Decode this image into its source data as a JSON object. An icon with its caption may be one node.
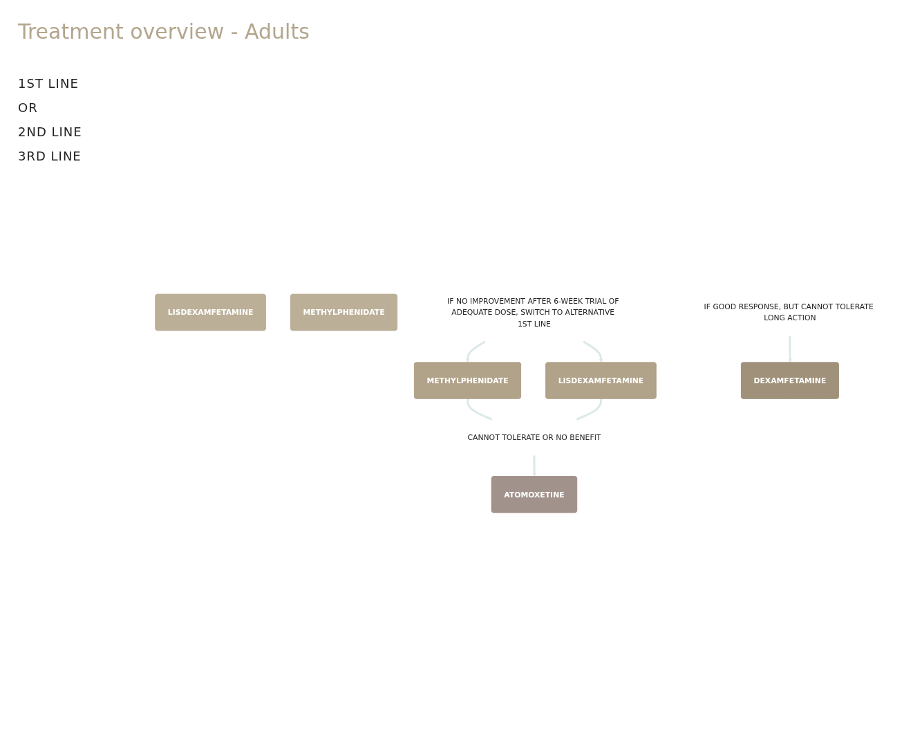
{
  "diagram": {
    "title": "Treatment overview - Adults",
    "nodes": [
      {
        "text": [
          "LISDEXAMFETAMINE"
        ]
      },
      {
        "text": [
          "METHYLPHENIDATE"
        ]
      },
      {
        "text": [
          "METHYLPHENIDATE"
        ]
      },
      {
        "text": [
          "LISDEXAMFETAMINE"
        ]
      },
      {
        "text": [
          "ATOMOXETINE"
        ]
      },
      {
        "text": [
          "DEXAMFETAMINE"
        ]
      },
      {
        "text": [
          "IF NO IMPROVEMENT AFTER 6-WEEK TRIAL OF ADEQUATE DOSE, SWITCH TO ALTERNATIVE 1ST LINE"
        ]
      },
      {
        "text": [
          "CANNOT TOLERATE OR NO BENEFIT"
        ]
      },
      {
        "text": [
          "IF GOOD RESPONSE, BUT CANNOT TOLERATE LONG ACTION"
        ]
      }
    ],
    "edges": [
      {
        "from": 6,
        "to": 2,
        "arrow": "to"
      },
      {
        "from": 6,
        "to": 3,
        "arrow": "to"
      },
      {
        "from": 2,
        "to": 7,
        "arrow": "none"
      },
      {
        "from": 3,
        "to": 7,
        "arrow": "none"
      },
      {
        "from": 7,
        "to": 4,
        "arrow": "to"
      },
      {
        "from": 8,
        "to": 5,
        "arrow": "to"
      }
    ],
    "labels": [
      "1ST LINE",
      "OR",
      "2ND LINE",
      "3RD LINE"
    ]
  }
}
